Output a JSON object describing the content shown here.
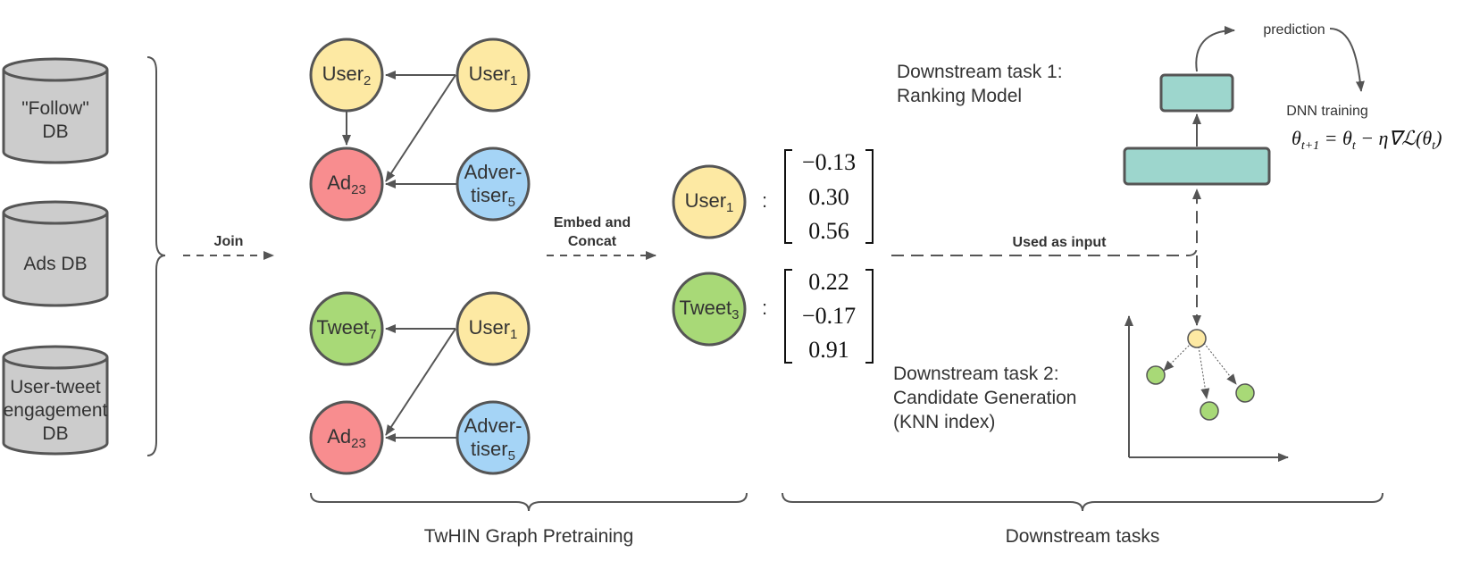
{
  "databases": [
    {
      "lines": [
        "\"Follow\"",
        "DB"
      ]
    },
    {
      "lines": [
        "Ads DB"
      ]
    },
    {
      "lines": [
        "User-tweet",
        "engagement",
        "DB"
      ]
    }
  ],
  "join_label": "Join",
  "embed_label": [
    "Embed and",
    "Concat"
  ],
  "graph_top": {
    "user2": {
      "base": "User",
      "sub": "2"
    },
    "user1": {
      "base": "User",
      "sub": "1"
    },
    "ad23": {
      "base": "Ad",
      "sub": "23"
    },
    "advertiser5": {
      "line1": "Adver-",
      "base": "tiser",
      "sub": "5"
    }
  },
  "graph_bottom": {
    "tweet7": {
      "base": "Tweet",
      "sub": "7"
    },
    "user1": {
      "base": "User",
      "sub": "1"
    },
    "ad23": {
      "base": "Ad",
      "sub": "23"
    },
    "advertiser5": {
      "line1": "Adver-",
      "base": "tiser",
      "sub": "5"
    }
  },
  "embeddings": [
    {
      "node": {
        "base": "User",
        "sub": "1"
      },
      "colon": ":",
      "values": [
        "−0.13",
        "0.30",
        "0.56"
      ]
    },
    {
      "node": {
        "base": "Tweet",
        "sub": "3"
      },
      "colon": ":",
      "values": [
        "0.22",
        "−0.17",
        "0.91"
      ]
    }
  ],
  "used_as_input": "Used as input",
  "task1": {
    "line1": "Downstream task 1:",
    "line2": "Ranking Model"
  },
  "task2": {
    "line1": "Downstream task 2:",
    "line2": "Candidate Generation",
    "line3": "(KNN index)"
  },
  "prediction_label": "prediction",
  "dnn_training_label": "DNN training",
  "update_rule": "θt+1 = θt − η∇ℒ(θt)",
  "section_labels": {
    "pretraining": "TwHIN Graph Pretraining",
    "downstream": "Downstream tasks"
  },
  "colors": {
    "user": "#fde9a3",
    "ad": "#f88d8f",
    "advertiser": "#a5d4f6",
    "tweet": "#a8d977",
    "teal": "#9dd6cd",
    "db": "#cccccc",
    "stroke": "#555555"
  }
}
